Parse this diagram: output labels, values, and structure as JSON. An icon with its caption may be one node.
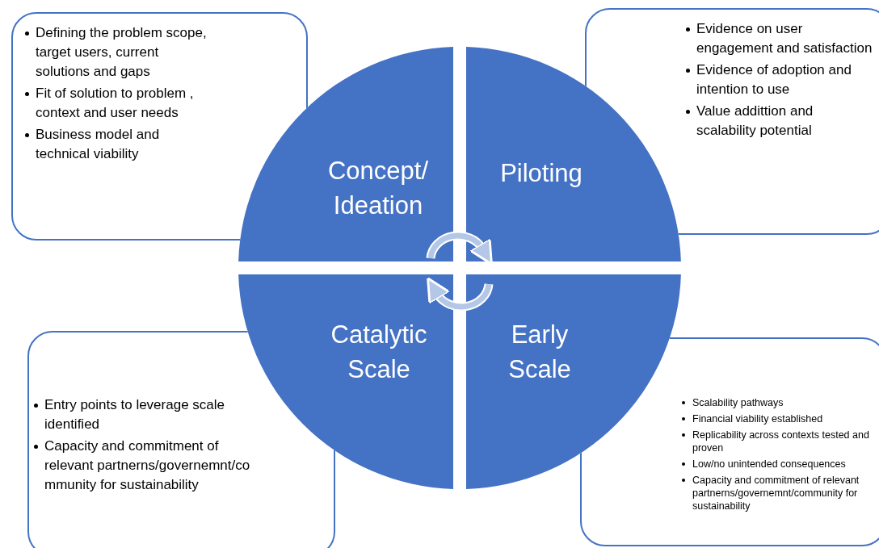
{
  "diagram": {
    "nodes": [
      {
        "text": [
          "Defining the problem scope, target users, current solutions and gaps",
          "Fit of solution to problem , context and user needs",
          "Business model and technical viability"
        ]
      },
      {
        "text": [
          "Evidence on user engagement and satisfaction",
          "Evidence of adoption and intention to use",
          "Value addittion and scalability potential"
        ]
      },
      {
        "text": [
          "Concept/ Ideation"
        ]
      },
      {
        "text": [
          "Piloting"
        ]
      },
      {
        "text": [
          "Catalytic Scale"
        ]
      },
      {
        "text": [
          "Early Scale"
        ]
      },
      {
        "text": [
          "Entry points to leverage scale identified",
          "Capacity and commitment of relevant partnerns/governemnt/co mmunity for sustainability"
        ]
      },
      {
        "text": [
          "Scalability pathways",
          "Financial viability established",
          "Replicability across contexts tested and proven",
          "Low/no unintended consequences",
          "Capacity and commitment of relevant partnerns/governemnt/community for sustainability"
        ]
      }
    ],
    "edges": [
      {
        "from": 2,
        "to": 3,
        "arrow": "to"
      },
      {
        "from": 5,
        "to": 4,
        "arrow": "to"
      }
    ]
  }
}
